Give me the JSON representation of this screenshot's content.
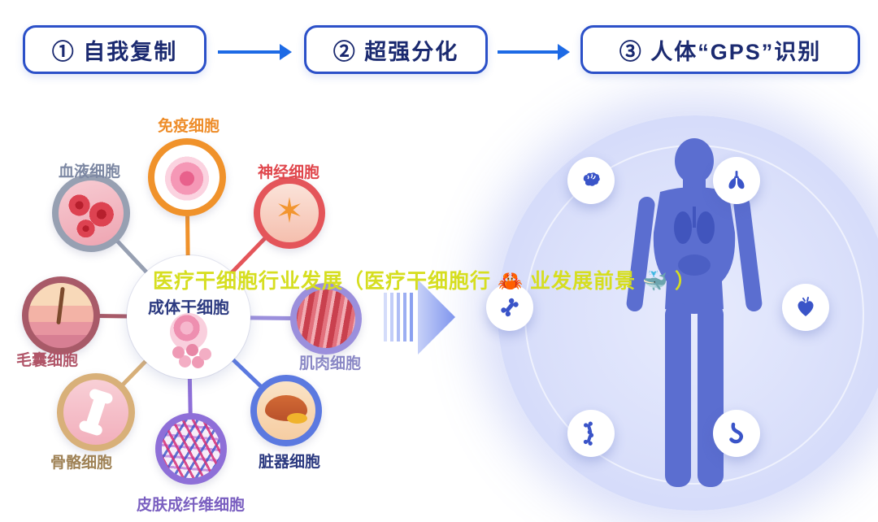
{
  "overlay_title": {
    "text": "医疗干细胞行业发展（医疗干细胞行 🦀 业发展前景 🐳 ）",
    "color": "#d6de20"
  },
  "steps": [
    {
      "label": "① 自我复制"
    },
    {
      "label": "② 超强分化"
    },
    {
      "label": "③ 人体“GPS”识别"
    }
  ],
  "arrow_color": "#1d6ae5",
  "stem_diagram": {
    "center": {
      "label": "成体干细胞",
      "label_color": "#2c3a80"
    },
    "cells": [
      {
        "name": "免疫细胞",
        "color": "#f0922b",
        "position": "top"
      },
      {
        "name": "血液细胞",
        "color": "#97a0b2",
        "position": "upper-left"
      },
      {
        "name": "神经细胞",
        "color": "#e4555a",
        "position": "upper-right"
      },
      {
        "name": "毛囊细胞",
        "color": "#a85a68",
        "position": "left"
      },
      {
        "name": "肌肉细胞",
        "color": "#9b8fdc",
        "position": "right"
      },
      {
        "name": "骨骼细胞",
        "color": "#d8b079",
        "position": "lower-left"
      },
      {
        "name": "脏器细胞",
        "color": "#5b79e0",
        "position": "lower-right"
      },
      {
        "name": "皮肤成纤维细胞",
        "color": "#8e6fd8",
        "position": "bottom"
      }
    ]
  },
  "body_map": {
    "background_color": "#d7ddfa",
    "silhouette_color": "#5b6ed0",
    "icon_color": "#3a54c8",
    "icons": [
      {
        "name": "brain-icon"
      },
      {
        "name": "lungs-icon"
      },
      {
        "name": "bone-icon"
      },
      {
        "name": "heart-icon"
      },
      {
        "name": "joint-icon"
      },
      {
        "name": "stomach-icon"
      }
    ]
  }
}
